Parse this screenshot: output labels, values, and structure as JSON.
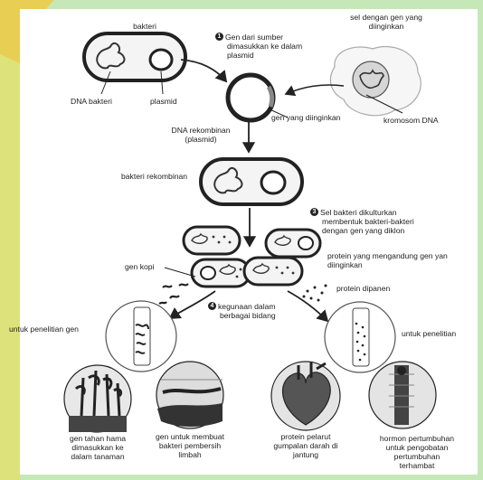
{
  "labels": {
    "bakteri": "bakteri",
    "dna_bakteri": "DNA bakteri",
    "plasmid": "plasmid",
    "step1_line1": "Gen dari sumber",
    "step1_line2": "dimasukkan ke dalam",
    "step1_line3": "plasmid",
    "sel_gen_line1": "sel dengan gen yang",
    "sel_gen_line2": "diinginkan",
    "gen_diinginkan": "gen yang diinginkan",
    "kromosom_dna": "kromosom DNA",
    "dna_rekombinan_line1": "DNA rekombinan",
    "dna_rekombinan_line2": "(plasmid)",
    "bakteri_rekombinan": "bakteri rekombinan",
    "step3_line1": "Sel bakteri dikulturkan",
    "step3_line2": "membentuk bakteri-bakteri",
    "step3_line3": "dengan gen yang diklon",
    "protein_line1": "protein yang mengandung gen yan",
    "protein_line2": "diinginkan",
    "gen_kopi": "gen kopi",
    "protein_dipanen": "protein dipanen",
    "step4_line1": "kegunaan dalam",
    "step4_line2": "berbagai bidang",
    "penelitian_gen": "untuk penelitian gen",
    "penelitian": "untuk penelitian",
    "use1_line1": "gen tahan hama",
    "use1_line2": "dimasukkan ke",
    "use1_line3": "dalam tanaman",
    "use2_line1": "gen untuk membuat",
    "use2_line2": "bakteri pembersih",
    "use2_line3": "limbah",
    "use3_line1": "protein pelarut",
    "use3_line2": "gumpalan darah di",
    "use3_line3": "jantung",
    "use4_line1": "hormon pertumbuhan",
    "use4_line2": "untuk pengobatan",
    "use4_line3": "pertumbuhan",
    "use4_line4": "terhambat"
  },
  "steps": {
    "s1": "1",
    "s3": "3",
    "s4": "4"
  },
  "colors": {
    "background": "#c6e8b8",
    "panel": "#ffffff",
    "ink": "#222222",
    "left_strip": "#dde27a"
  }
}
